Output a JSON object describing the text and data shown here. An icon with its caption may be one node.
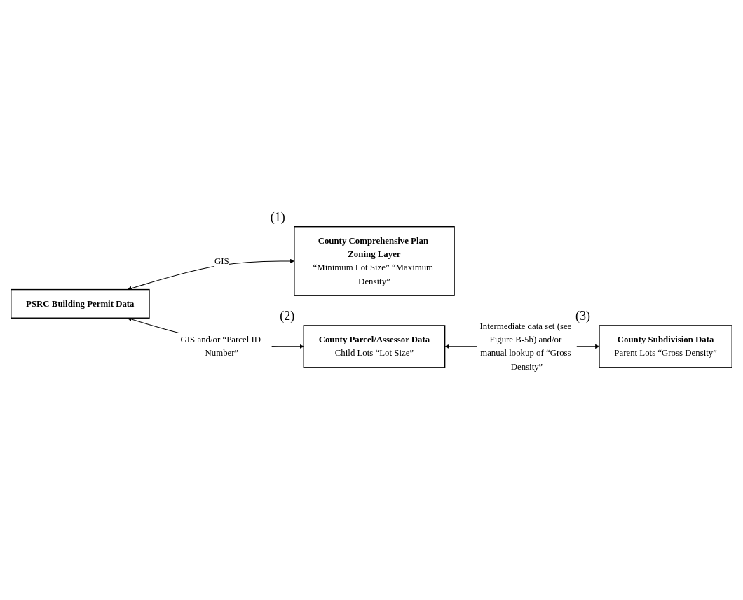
{
  "diagram": {
    "nodes": [
      {
        "text": [
          "PSRC Building Permit Data"
        ]
      },
      {
        "text": [
          "County Comprehensive Plan Zoning Layer",
          "“Minimum Lot Size” “Maximum Density”"
        ],
        "beside": [
          "(1)"
        ]
      },
      {
        "text": [
          "County Parcel/Assessor Data",
          "Child Lots “Lot Size”"
        ],
        "beside": [
          "(2)"
        ]
      },
      {
        "text": [
          "County Subdivision Data",
          "Parent Lots “Gross Density”"
        ],
        "beside": [
          "(3)"
        ]
      }
    ],
    "edges": [
      {
        "from": 0,
        "to": 1,
        "arrow": "both",
        "label": "GIS"
      },
      {
        "from": 0,
        "to": 2,
        "arrow": "both",
        "label": "GIS and/or “Parcel ID Number”"
      },
      {
        "from": 2,
        "to": 3,
        "arrow": "both",
        "label": "Intermediate data set (see Figure B-5b) and/or manual lookup of “Gross Density”"
      }
    ]
  }
}
